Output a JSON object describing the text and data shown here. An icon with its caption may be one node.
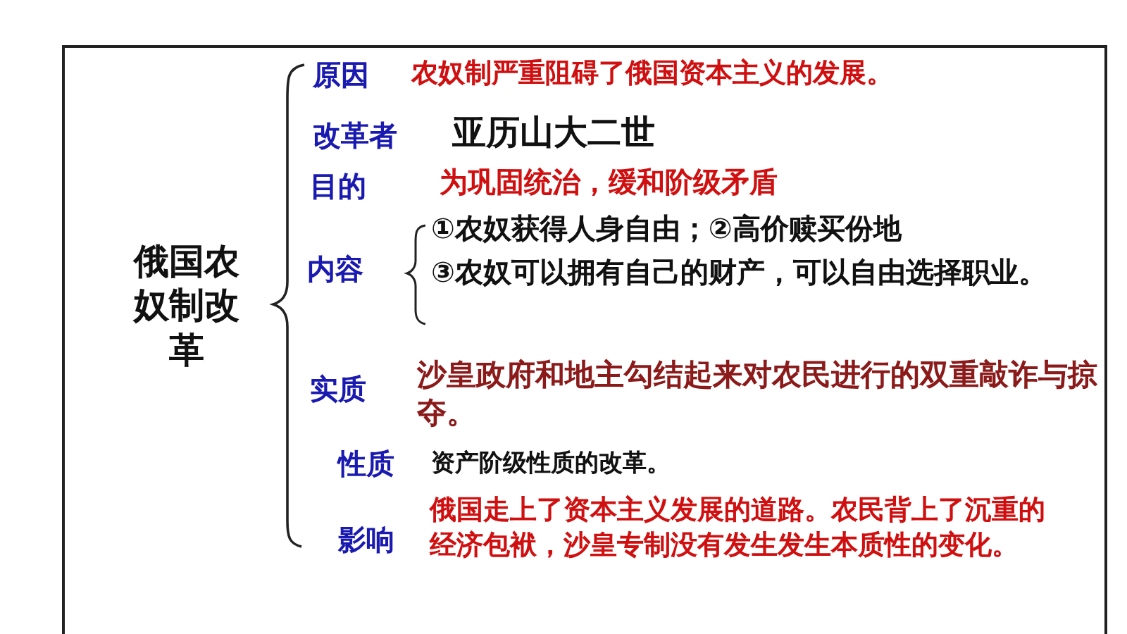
{
  "diagram": {
    "labels": [
      "俄国农奴制改革",
      "原因",
      "农奴制严重阻碍了俄国资本主义的发展。",
      "改革者",
      "亚历山大二世",
      "目的",
      "为巩固统治，缓和阶级矛盾",
      "内容",
      "①农奴获得人身自由；②高价赎买份地",
      "③农奴可以拥有自己的财产，可以自由选择职业。",
      "实质",
      "沙皇政府和地主勾结起来对农民进行的双重敲诈与掠夺。",
      "性质",
      "资产阶级性质的改革。",
      "影响",
      "俄国走上了资本主义发展的道路。农民背上了沉重的经济包袱，沙皇专制没有发生发生本质性的变化。"
    ]
  }
}
